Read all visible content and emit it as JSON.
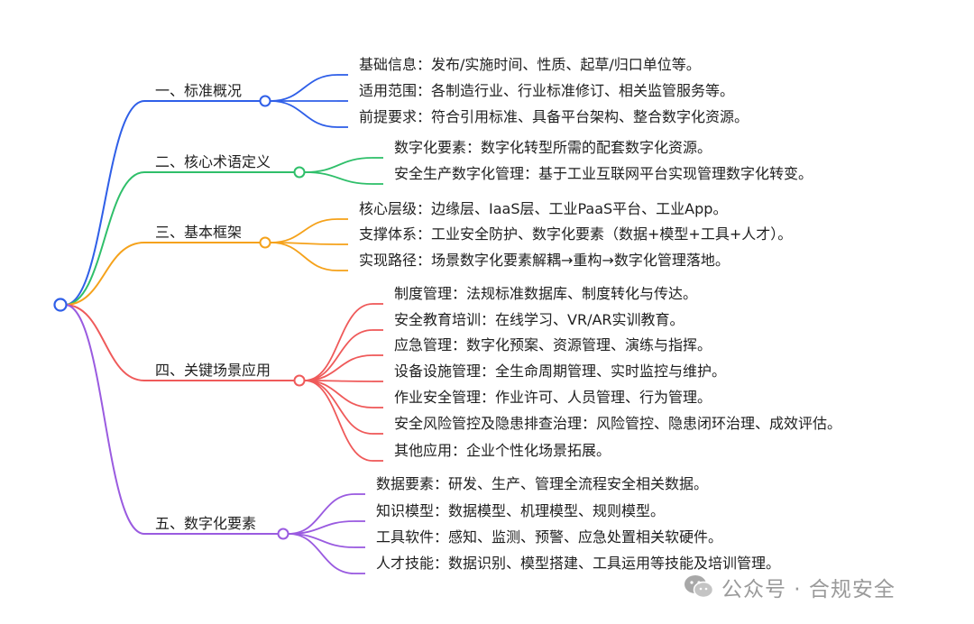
{
  "colors": {
    "branch1": "#2f5fe8",
    "branch2": "#2fbf6a",
    "branch3": "#f5a21b",
    "branch4": "#ef5a5a",
    "branch5": "#9a5be0"
  },
  "branches": [
    {
      "label": "一、标准概况",
      "items": [
        "基础信息：发布/实施时间、性质、起草/归口单位等。",
        "适用范围：各制造行业、行业标准修订、相关监管服务等。",
        "前提要求：符合引用标准、具备平台架构、整合数字化资源。"
      ]
    },
    {
      "label": "二、核心术语定义",
      "items": [
        "数字化要素：数字化转型所需的配套数字化资源。",
        "安全生产数字化管理：基于工业互联网平台实现管理数字化转变。"
      ]
    },
    {
      "label": "三、基本框架",
      "items": [
        "核心层级：边缘层、IaaS层、工业PaaS平台、工业App。",
        "支撑体系：工业安全防护、数字化要素（数据+模型+工具+人才）。",
        "实现路径：场景数字化要素解耦→重构→数字化管理落地。"
      ]
    },
    {
      "label": "四、关键场景应用",
      "items": [
        "制度管理：法规标准数据库、制度转化与传达。",
        "安全教育培训：在线学习、VR/AR实训教育。",
        "应急管理：数字化预案、资源管理、演练与指挥。",
        "设备设施管理：全生命周期管理、实时监控与维护。",
        "作业安全管理：作业许可、人员管理、行为管理。",
        "安全风险管控及隐患排查治理：风险管控、隐患闭环治理、成效评估。",
        "其他应用：企业个性化场景拓展。"
      ]
    },
    {
      "label": "五、数字化要素",
      "items": [
        "数据要素：研发、生产、管理全流程安全相关数据。",
        "知识模型：数据模型、机理模型、规则模型。",
        "工具软件：感知、监测、预警、应急处置相关软硬件。",
        "人才技能：数据识别、模型搭建、工具运用等技能及培训管理。"
      ]
    }
  ],
  "watermark": {
    "text": "公众号 · 合规安全",
    "icon": "wechat-icon"
  }
}
